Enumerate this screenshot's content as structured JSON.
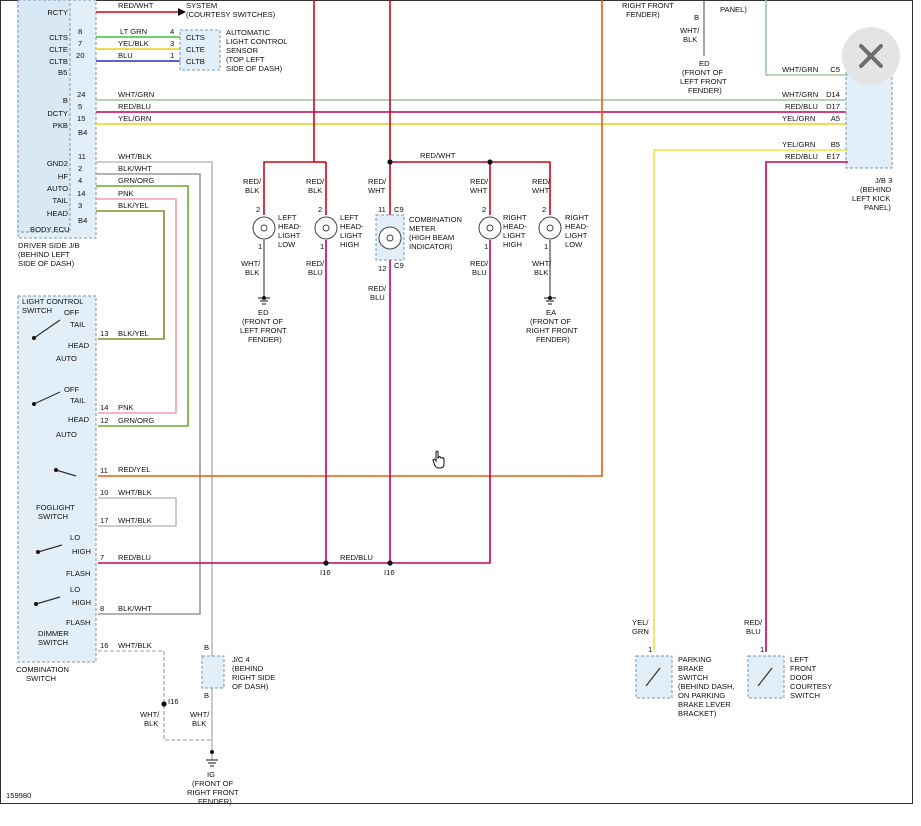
{
  "diagram_id": "159980",
  "close_button": {
    "label": "Close",
    "icon": "close-icon"
  },
  "labels": {
    "system_courtesy": "SYSTEM",
    "courtesy_switches": "(COURTESY SWITCHES)",
    "auto_sensor": [
      "AUTOMATIC",
      "LIGHT CONTROL",
      "SENSOR",
      "(TOP LEFT",
      "SIDE OF DASH)"
    ],
    "body_ecu": "BODY ECU",
    "driver_jb": [
      "DRIVER SIDE J/B",
      "(BEHIND LEFT",
      "SIDE OF DASH)"
    ],
    "jb3": [
      "J/B 3",
      "(BEHIND",
      "LEFT KICK",
      "PANEL)"
    ],
    "light_control_switch": [
      "LIGHT CONTROL",
      "SWITCH"
    ],
    "foglight_switch": [
      "FOGLIGHT",
      "SWITCH"
    ],
    "dimmer_switch": [
      "DIMMER",
      "SWITCH"
    ],
    "combination_switch": [
      "COMBINATION",
      "SWITCH"
    ],
    "lh_low": [
      "LEFT",
      "HEAD-",
      "LIGHT",
      "LOW"
    ],
    "lh_high": [
      "LEFT",
      "HEAD-",
      "LIGHT",
      "HIGH"
    ],
    "meter": [
      "COMBINATION",
      "METER",
      "(HIGH BEAM",
      "INDICATOR)"
    ],
    "rh_high": [
      "RIGHT",
      "HEAD-",
      "LIGHT",
      "HIGH"
    ],
    "rh_low": [
      "RIGHT",
      "HEAD-",
      "LIGHT",
      "LOW"
    ],
    "ed_ground": [
      "ED",
      "(FRONT OF",
      "LEFT FRONT",
      "FENDER)"
    ],
    "ea_ground": [
      "EA",
      "(FRONT OF",
      "RIGHT FRONT",
      "FENDER)"
    ],
    "top_right_ground": [
      "ED",
      "(FRONT OF",
      "LEFT FRONT",
      "FENDER)"
    ],
    "jc4": [
      "J/C 4",
      "(BEHIND",
      "RIGHT SIDE",
      "OF DASH)"
    ],
    "ig_ground": [
      "IG",
      "(FRONT OF",
      "RIGHT FRONT",
      "FENDER)"
    ],
    "parking_brake": [
      "PARKING",
      "BRAKE",
      "SWITCH",
      "(BEHIND DASH,",
      "ON PARKING",
      "BRAKE LEVER",
      "BRACKET)"
    ],
    "door_switch": [
      "LEFT",
      "FRONT",
      "DOOR",
      "COURTESY",
      "SWITCH"
    ],
    "top_fender": [
      "RIGHT FRONT",
      "FENDER)"
    ],
    "top_panel": "PANEL)"
  },
  "ecu_pins": [
    "RCTY",
    "CLTS",
    "CLTE",
    "CLTB",
    "B",
    "DCTY",
    "PKB",
    "GND2",
    "HF",
    "AUTO",
    "TAIL",
    "HEAD"
  ],
  "switch_positions": {
    "off": "OFF",
    "tail": "TAIL",
    "head": "HEAD",
    "auto": "AUTO",
    "lo": "LO",
    "high": "HIGH",
    "flash": "FLASH"
  },
  "wire_colors": {
    "lt_grn": "LT GRN",
    "yel_blk": "YEL/BLK",
    "blu": "BLU",
    "wht_grn": "WHT/GRN",
    "red_blu": "RED/BLU",
    "yel_grn": "YEL/GRN",
    "wht_blk": "WHT/BLK",
    "blk_wht": "BLK/WHT",
    "grn_org": "GRN/ORG",
    "pnk": "PNK",
    "blk_yel": "BLK/YEL",
    "red_wht": "RED/WHT",
    "red_blk": "RED/ BLK",
    "red_yel": "RED/YEL"
  },
  "connectors": {
    "b5": "B5",
    "b4": "B4",
    "c5": "C5",
    "d14": "D14",
    "d17": "D17",
    "a5": "A5",
    "b5r": "B5",
    "e17": "E17",
    "c9": "C9",
    "i16": "I16",
    "b": "B"
  },
  "colors": {
    "red": "#d0021b",
    "green": "#3ec33e",
    "yellow": "#e6d31a",
    "blue": "#2030c8",
    "wht_grn": "#9fc49f",
    "magenta": "#c8005a",
    "olive": "#8a8a2a",
    "pink": "#f59ab0",
    "orange": "#e85a10",
    "grey": "#9a9a9a",
    "lt_yellow": "#e8e840"
  }
}
